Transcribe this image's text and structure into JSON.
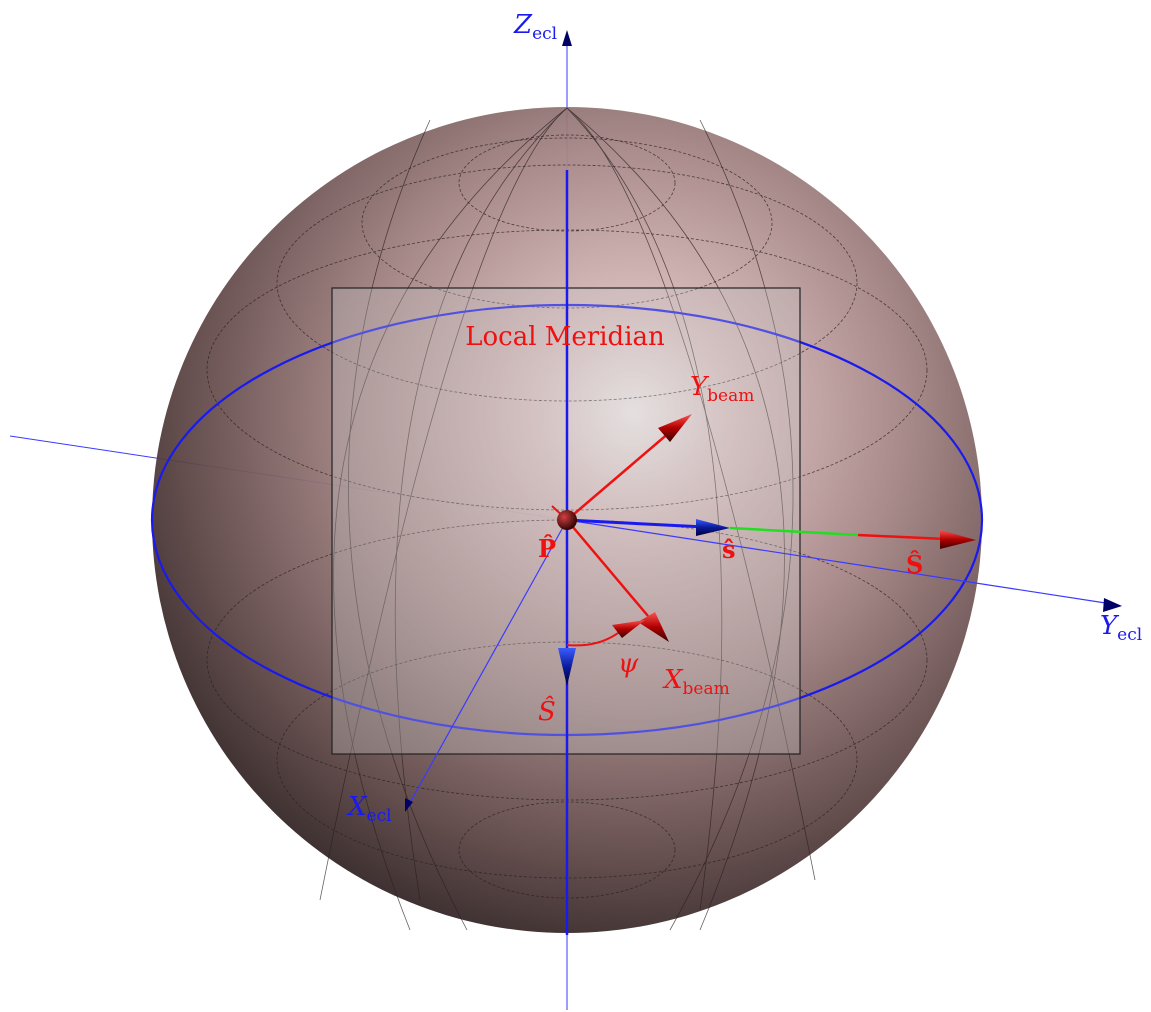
{
  "labels": {
    "local_meridian": "Local Meridian",
    "z_axis": {
      "main": "Z",
      "sub": "ecl"
    },
    "y_axis": {
      "main": "Y",
      "sub": "ecl"
    },
    "x_axis": {
      "main": "X",
      "sub": "ecl"
    },
    "y_beam": {
      "main": "Y",
      "sub": "beam"
    },
    "x_beam": {
      "main": "X",
      "sub": "beam"
    },
    "psi": "ψ",
    "p_hat": "P̂",
    "s_hat_small": "ŝ",
    "s_hat_big": "Ŝ",
    "s_hat_south": "Ŝ"
  },
  "colors": {
    "axes": "#1a1aee",
    "beam": "#ee1111",
    "arrow_dark_red": "#8a0000",
    "arrow_dark_blue": "#000066",
    "highlight": "#22dd22",
    "grid": "#222222",
    "meridian_plane": "#c8c8c8",
    "sphere_light": "#f0e8e8",
    "sphere_mid": "#a07e7e",
    "sphere_dark": "#1a1212"
  }
}
